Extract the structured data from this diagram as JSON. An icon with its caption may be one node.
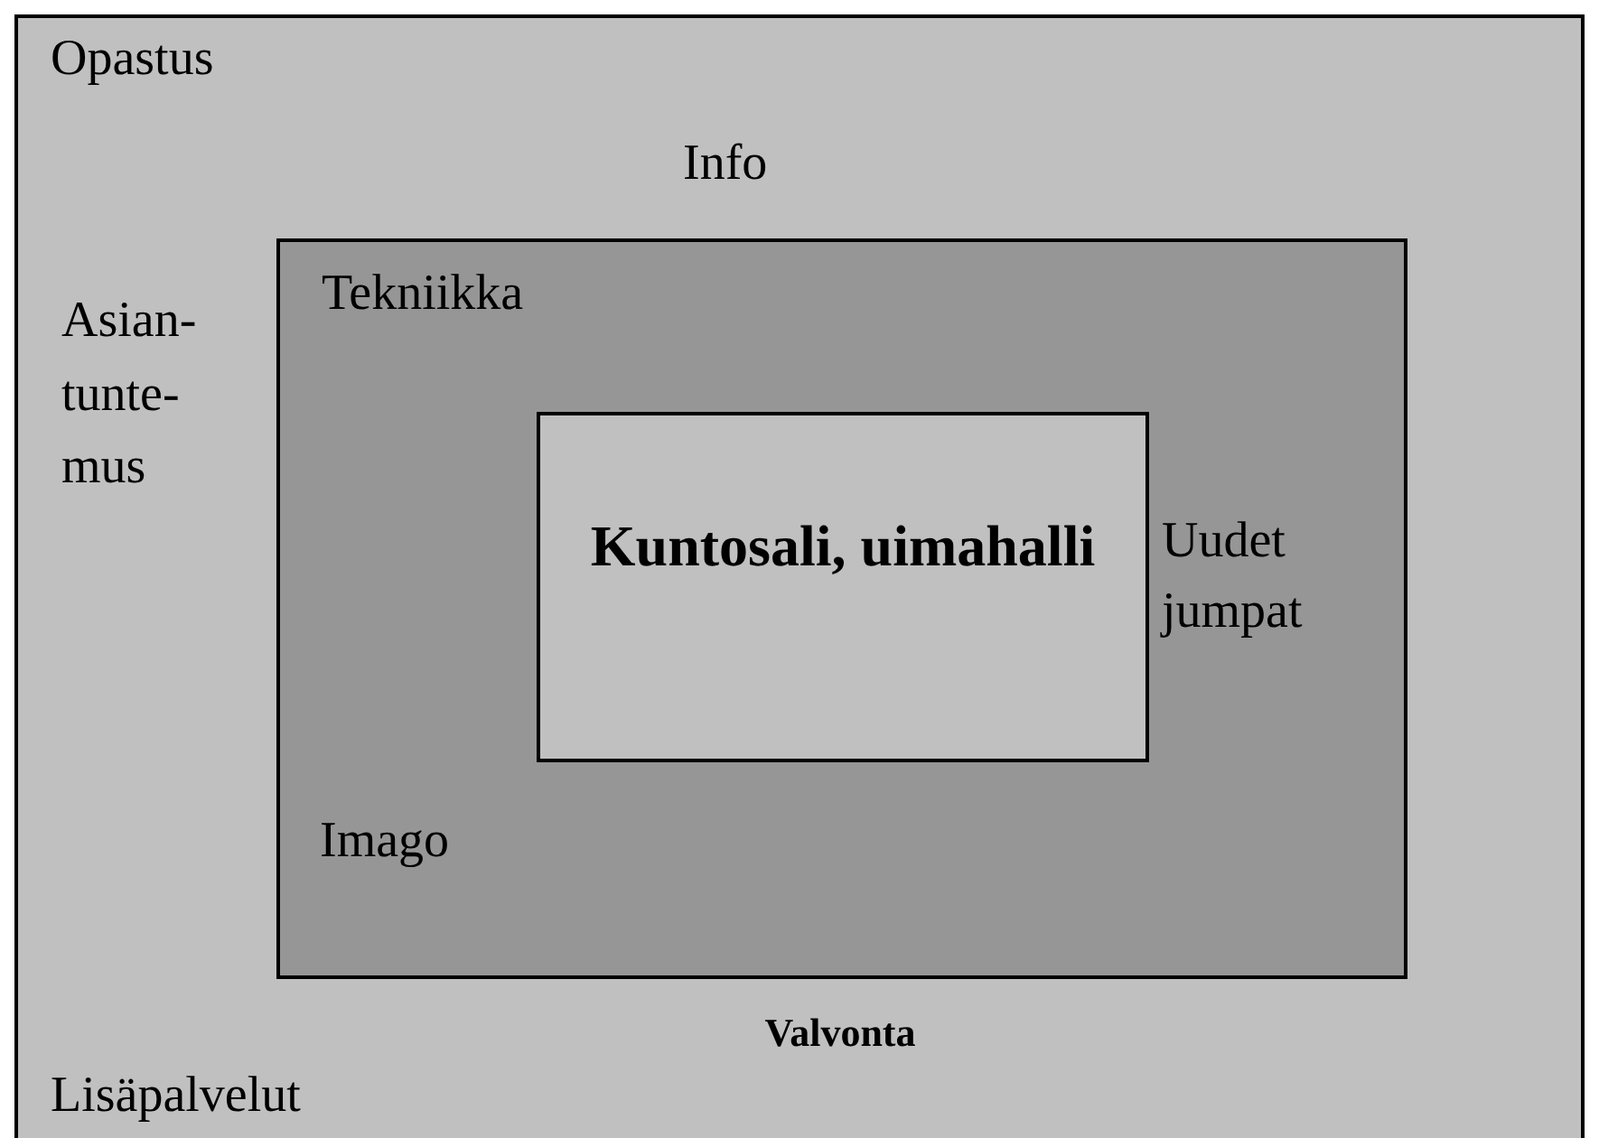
{
  "diagram": {
    "nodes": [
      {
        "text": [
          "Opastus",
          "Info",
          "Asian- tunte- mus",
          "Valvonta",
          "Lisäpalvelut"
        ]
      },
      {
        "text": [
          "Tekniikka",
          "Uudet jumpat",
          "Imago"
        ],
        "in": 0
      },
      {
        "text": [
          "Kuntosali, uimahalli"
        ],
        "in": 1
      }
    ]
  }
}
